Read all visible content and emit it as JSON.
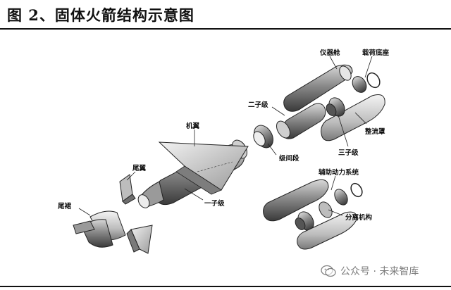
{
  "title": "图 2、固体火箭结构示意图",
  "labels": {
    "instrument_cabin": "仪器舱",
    "payload_base": "载荷底座",
    "second_stage": "二子级",
    "third_stage": "三子级",
    "fairing": "整流罩",
    "interstage": "级间段",
    "wing": "机翼",
    "tail_wing": "尾翼",
    "tail_skirt": "尾裙",
    "first_stage": "一子级",
    "auxiliary_power": "辅助动力系统",
    "separation_mechanism": "分离机构"
  },
  "watermark": {
    "text": "公众号 · 未来智库"
  }
}
